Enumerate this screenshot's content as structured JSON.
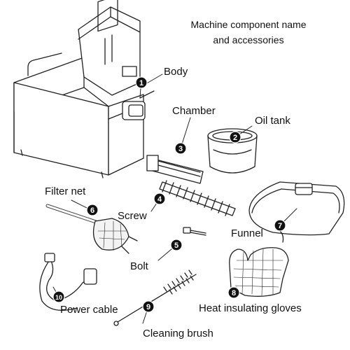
{
  "title": {
    "line1": "Machine component name",
    "line2": "and accessories"
  },
  "components": [
    {
      "number": "1",
      "label": "Body"
    },
    {
      "number": "2",
      "label": "Oil tank"
    },
    {
      "number": "3",
      "label": "Chamber"
    },
    {
      "number": "4",
      "label": "Screw"
    },
    {
      "number": "5",
      "label": "Bolt"
    },
    {
      "number": "6",
      "label": "Filter net"
    },
    {
      "number": "7",
      "label": "Funnel"
    },
    {
      "number": "8",
      "label": "Heat insulating gloves"
    },
    {
      "number": "9",
      "label": "Cleaning brush"
    },
    {
      "number": "10",
      "label": "Power cable"
    }
  ],
  "colors": {
    "line": "#222222",
    "badge_fill": "#111111",
    "badge_text": "#ffffff"
  }
}
